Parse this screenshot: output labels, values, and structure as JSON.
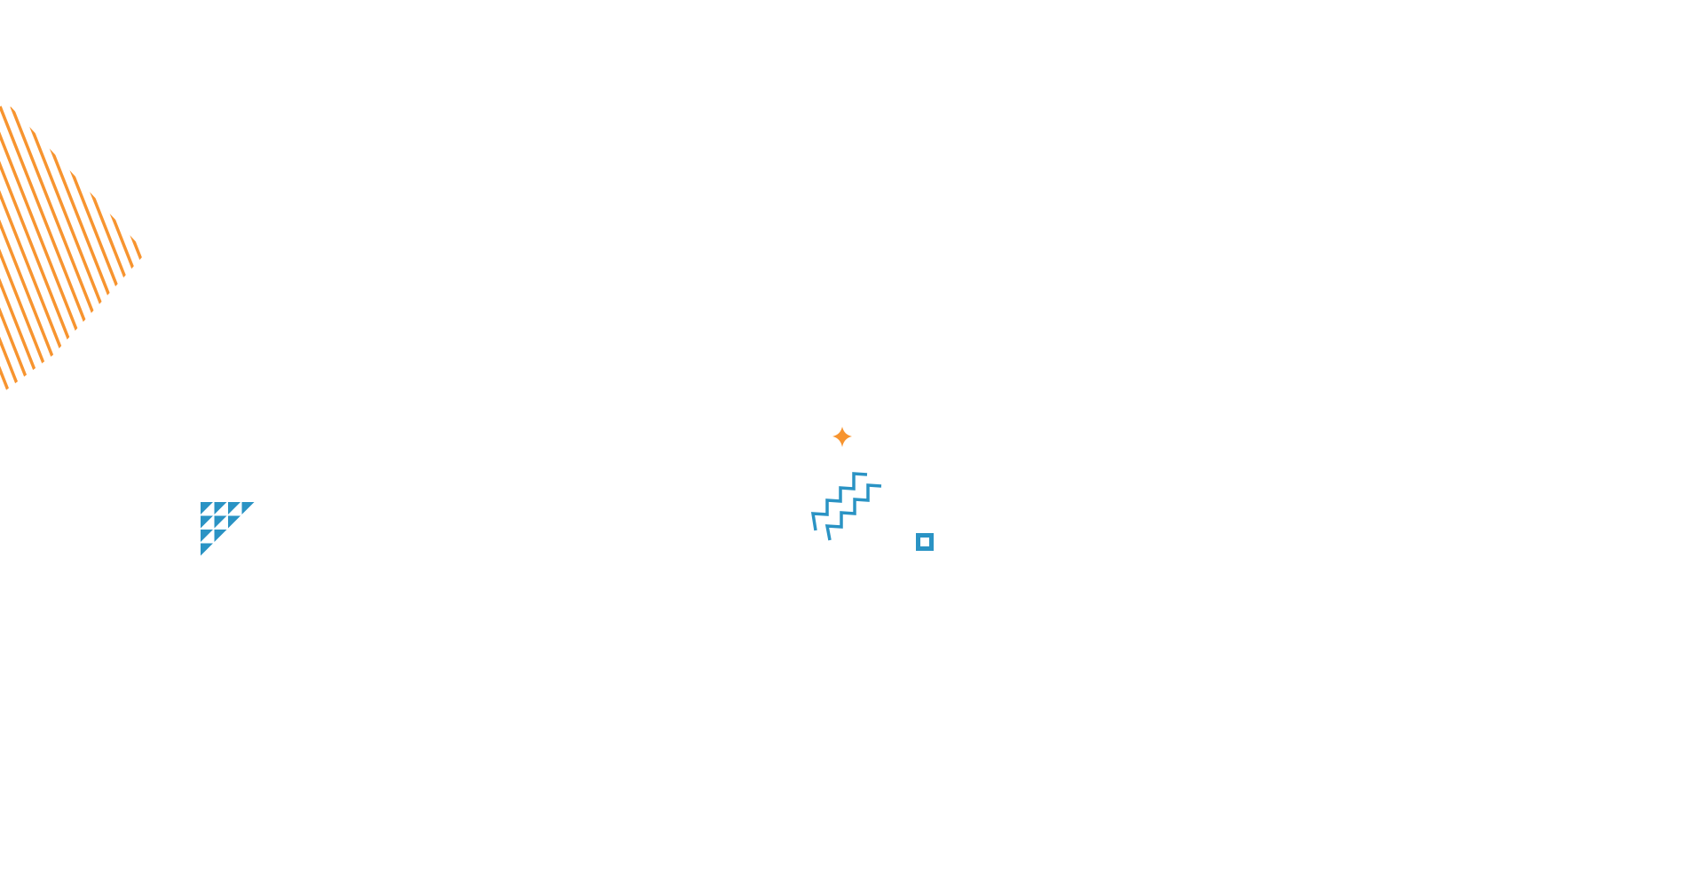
{
  "colors": {
    "orange": "#f7942f",
    "blue": "#2a93c4"
  },
  "decorations": [
    "striped-blob",
    "sparkle",
    "zigzag",
    "square-outline",
    "triangle-grid"
  ]
}
